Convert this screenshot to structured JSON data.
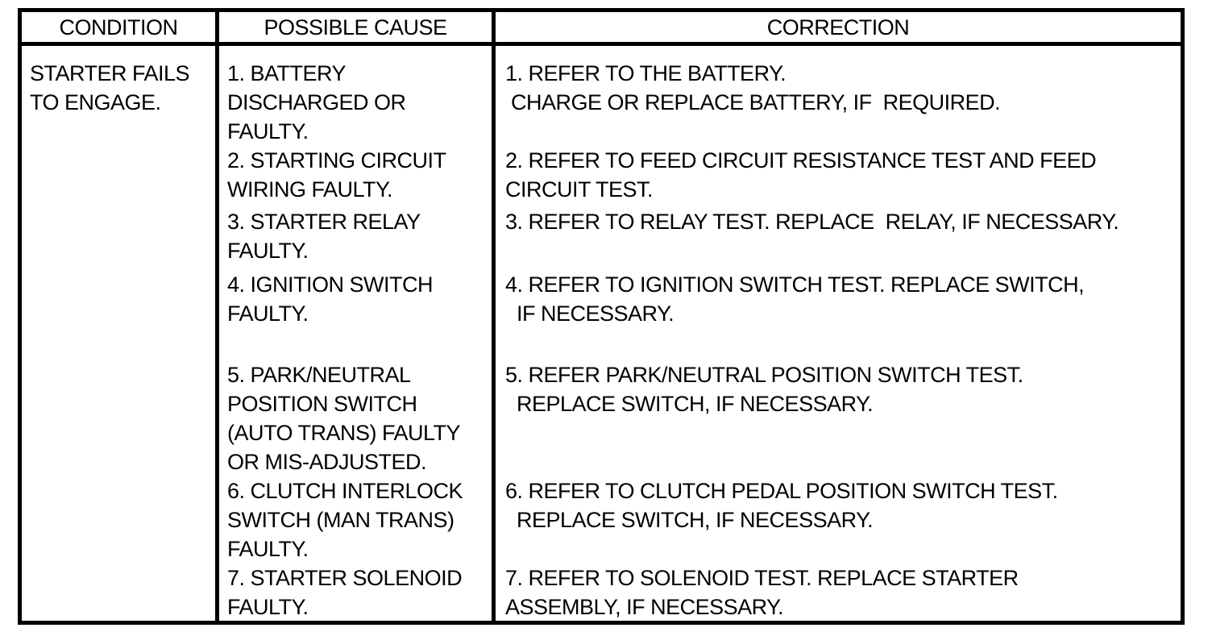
{
  "table": {
    "headers": [
      "CONDITION",
      "POSSIBLE CAUSE",
      "CORRECTION"
    ],
    "condition": "STARTER FAILS\nTO ENGAGE.",
    "rows": [
      {
        "cause": "1. BATTERY\nDISCHARGED OR\nFAULTY.",
        "correction": "1. REFER TO THE BATTERY.\n CHARGE OR REPLACE BATTERY, IF  REQUIRED."
      },
      {
        "cause": "2. STARTING CIRCUIT\nWIRING FAULTY.",
        "correction": "2. REFER TO FEED CIRCUIT RESISTANCE TEST AND FEED\nCIRCUIT TEST."
      },
      {
        "cause": "3. STARTER RELAY\nFAULTY.",
        "correction": "3. REFER TO RELAY TEST. REPLACE  RELAY, IF NECESSARY."
      },
      {
        "cause": "4. IGNITION SWITCH\nFAULTY.",
        "correction": "4. REFER TO IGNITION SWITCH TEST. REPLACE SWITCH,\n  IF NECESSARY."
      },
      {
        "cause": "5. PARK/NEUTRAL\nPOSITION SWITCH\n(AUTO TRANS) FAULTY\nOR MIS-ADJUSTED.",
        "correction": "5. REFER PARK/NEUTRAL POSITION SWITCH TEST.\n  REPLACE SWITCH, IF NECESSARY."
      },
      {
        "cause": "6. CLUTCH INTERLOCK\nSWITCH (MAN TRANS)\nFAULTY.",
        "correction": "6. REFER TO CLUTCH PEDAL POSITION SWITCH TEST.\n  REPLACE SWITCH, IF NECESSARY."
      },
      {
        "cause": "7. STARTER SOLENOID\nFAULTY.",
        "correction": "7. REFER TO SOLENOID TEST. REPLACE STARTER\nASSEMBLY, IF NECESSARY."
      }
    ],
    "colors": {
      "border": "#000000",
      "background": "#ffffff",
      "text": "#000000"
    }
  }
}
